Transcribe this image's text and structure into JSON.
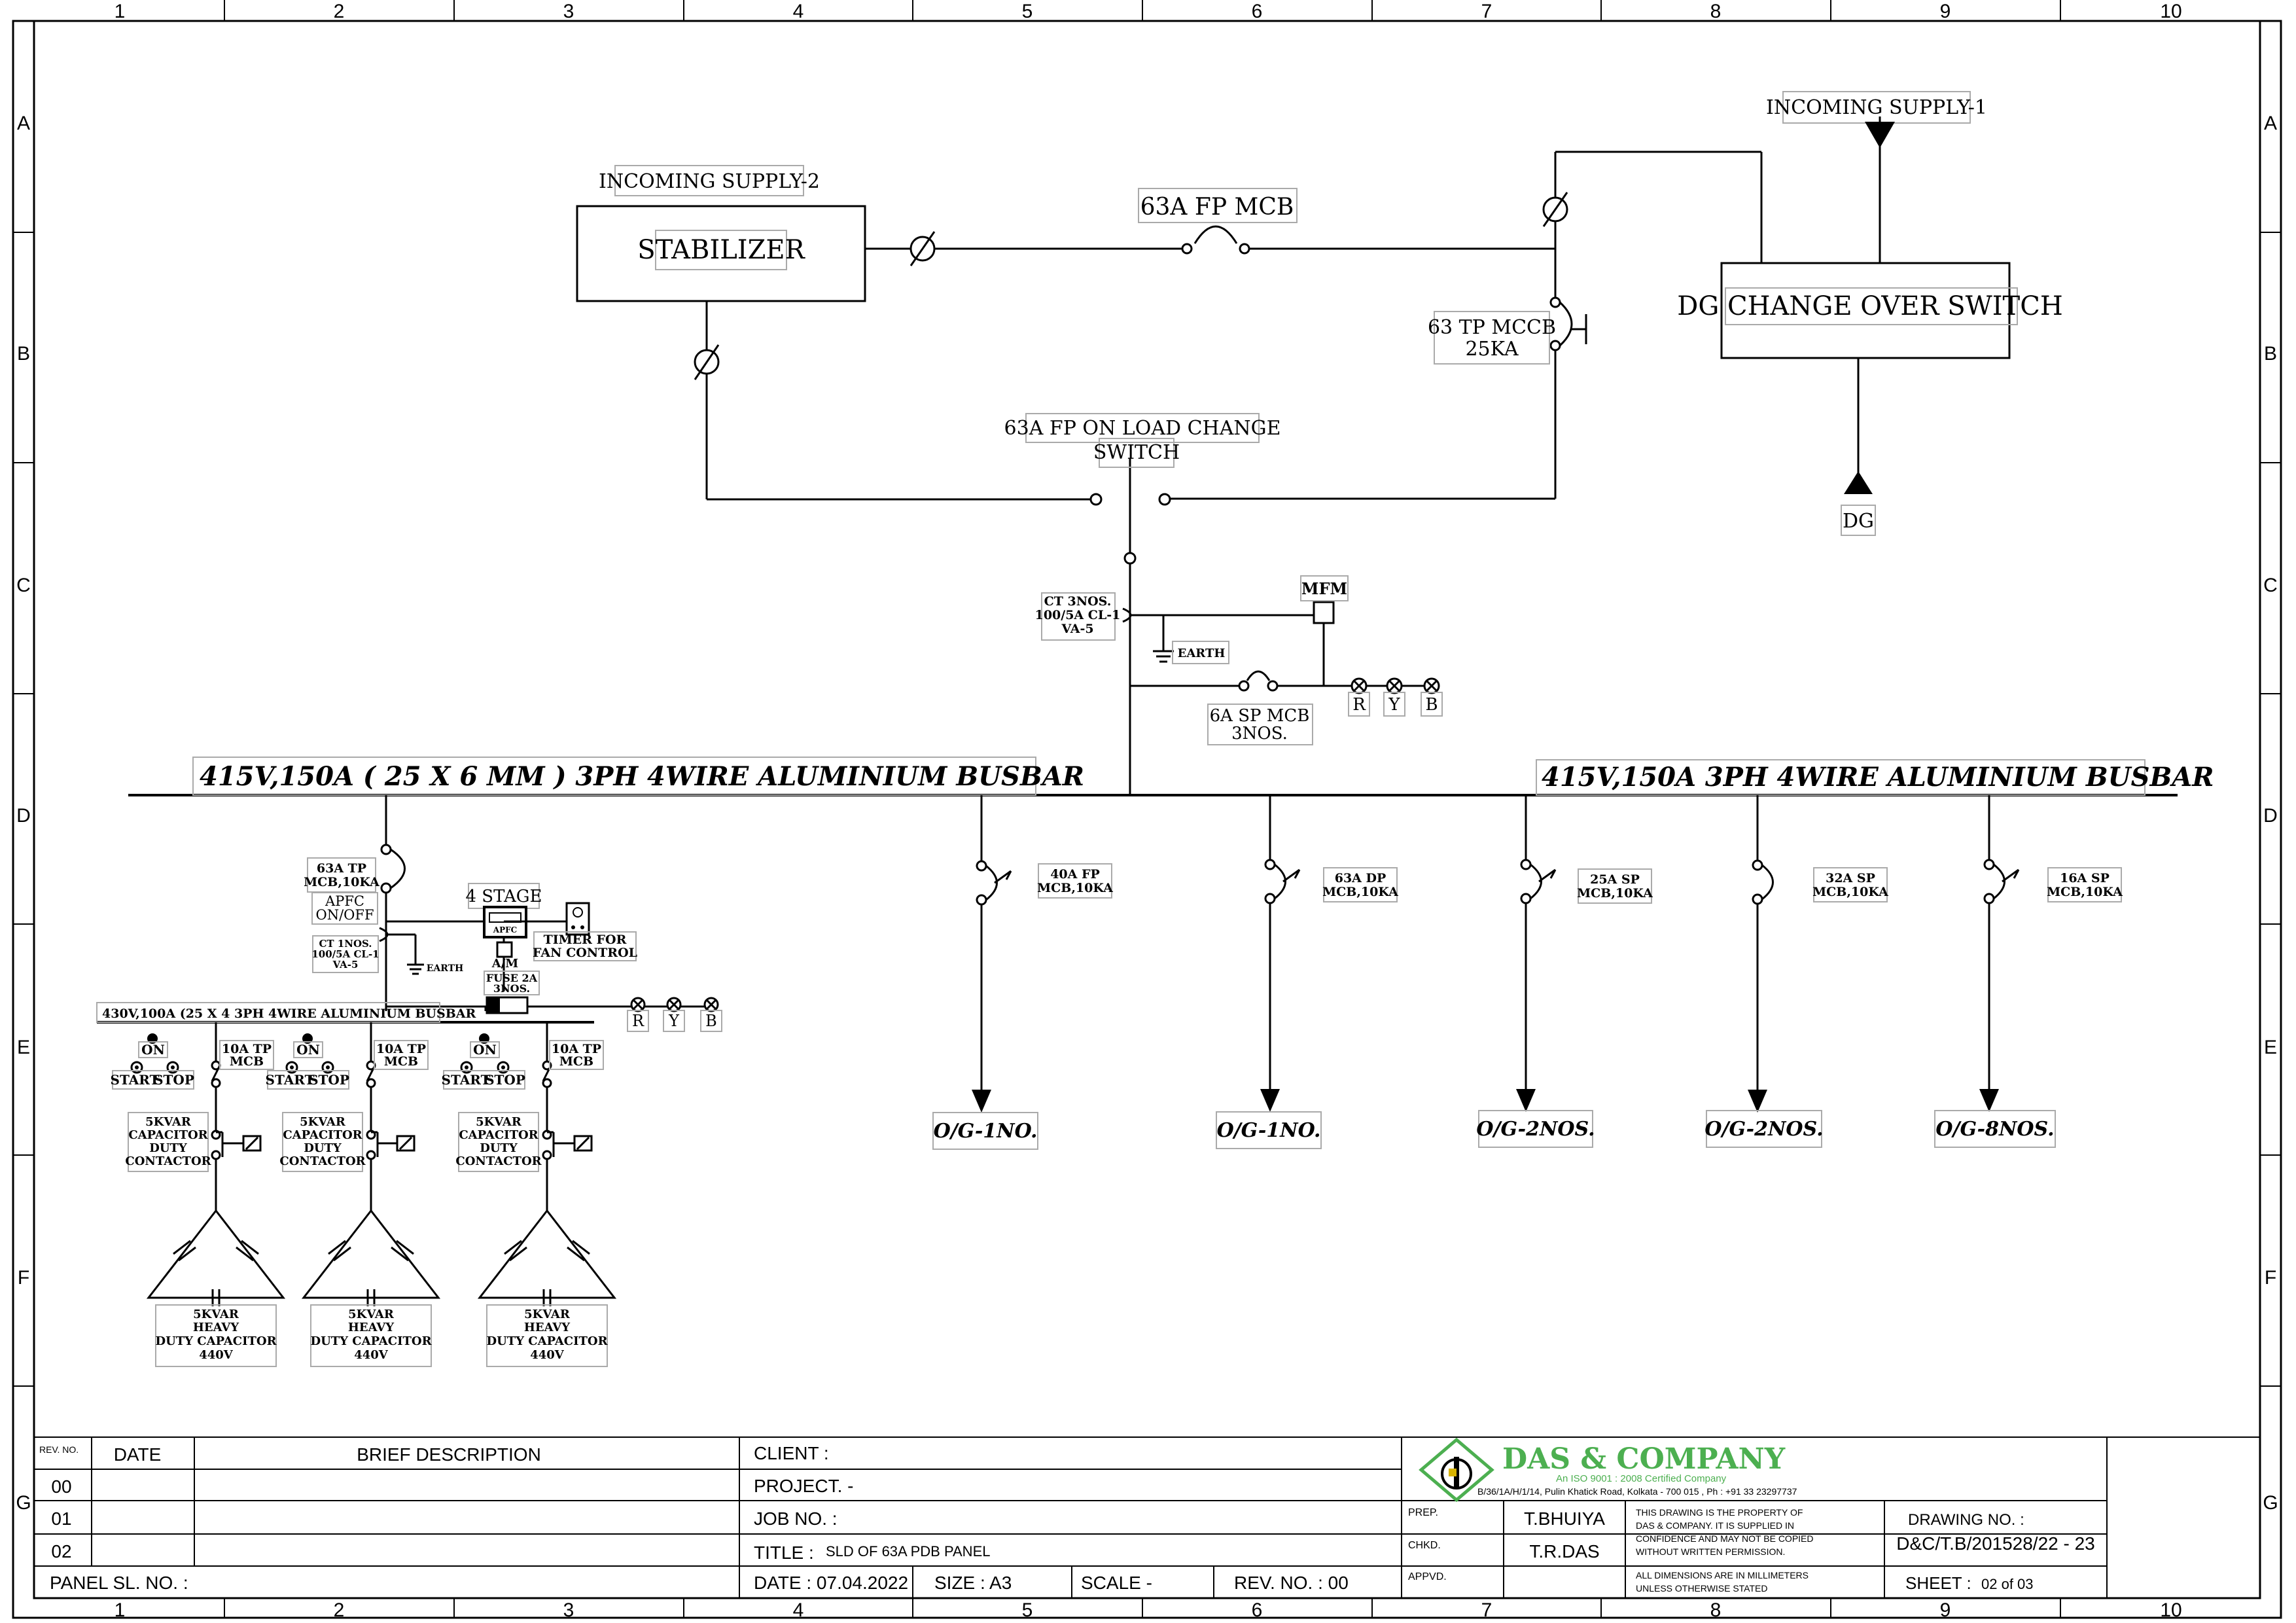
{
  "frame": {
    "columns": [
      "1",
      "2",
      "3",
      "4",
      "5",
      "6",
      "7",
      "8",
      "9",
      "10"
    ],
    "rows": [
      "A",
      "B",
      "C",
      "D",
      "E",
      "F",
      "G"
    ]
  },
  "supply": {
    "incoming_2": "INCOMING SUPPLY-2",
    "incoming_1": "INCOMING SUPPLY-1",
    "stabilizer": "STABILIZER",
    "fp_mcb": "63A FP MCB",
    "mccb_line1": "63 TP MCCB",
    "mccb_line2": "25KA",
    "dg_switch": "DG CHANGE OVER SWITCH",
    "dg": "DG",
    "onload_line1": "63A FP ON LOAD CHANGE",
    "onload_line2": "SWITCH"
  },
  "metering": {
    "ct_line1": "CT 3NOS.",
    "ct_line2": "100/5A CL-1",
    "ct_line3": "VA-5",
    "earth": "EARTH",
    "mfm": "MFM",
    "sp_mcb_line1": "6A SP MCB",
    "sp_mcb_line2": "3NOS.",
    "lamps": [
      "R",
      "Y",
      "B"
    ]
  },
  "busbar": {
    "left": "415V,150A ( 25 X 6 MM ) 3PH 4WIRE ALUMINIUM BUSBAR",
    "right": "415V,150A 3PH 4WIRE ALUMINIUM BUSBAR"
  },
  "outgoing": [
    {
      "mcb1": "40A FP",
      "mcb2": "MCB,10KA",
      "og": "O/G-1NO."
    },
    {
      "mcb1": "63A DP",
      "mcb2": "MCB,10KA",
      "og": "O/G-1NO."
    },
    {
      "mcb1": "25A SP",
      "mcb2": "MCB,10KA",
      "og": "O/G-2NOS."
    },
    {
      "mcb1": "32A SP",
      "mcb2": "MCB,10KA",
      "og": "O/G-2NOS."
    },
    {
      "mcb1": "16A SP",
      "mcb2": "MCB,10KA",
      "og": "O/G-8NOS."
    }
  ],
  "apfc": {
    "mcb1": "63A TP",
    "mcb2": "MCB,10KA",
    "onoff1": "APFC",
    "onoff2": "ON/OFF",
    "stage": "4 STAGE",
    "relay": "APFC",
    "timer1": "TIMER FOR",
    "timer2": "FAN CONTROL",
    "am": "A/M",
    "ct1": "CT 1NOS.",
    "ct2": "100/5A CL-1",
    "ct3": "VA-5",
    "earth": "EARTH",
    "fuse1": "FUSE 2A",
    "fuse2": "3NOS.",
    "busbar": "430V,100A (25 X 4 3PH 4WIRE ALUMINIUM BUSBAR",
    "lamps": [
      "R",
      "Y",
      "B"
    ],
    "on": "ON",
    "start": "START",
    "stop": "STOP",
    "tp1": "10A TP",
    "tp2": "MCB",
    "cont1": "5KVAR",
    "cont2": "CAPACITOR",
    "cont3": "DUTY",
    "cont4": "CONTACTOR",
    "cap1": "5KVAR",
    "cap2": "HEAVY",
    "cap3": "DUTY CAPACITOR",
    "cap4": "440V"
  },
  "title_block": {
    "rev_no": "REV. NO.",
    "date": "DATE",
    "brief": "BRIEF DESCRIPTION",
    "revs": [
      "00",
      "01",
      "02"
    ],
    "panel_sl": "PANEL SL. NO. :",
    "client": "CLIENT :",
    "project": "PROJECT. -",
    "job_no": "JOB NO. :",
    "title_label": "TITLE :",
    "title_value": "SLD OF 63A PDB PANEL",
    "date_value": "DATE : 07.04.2022",
    "size": "SIZE : A3",
    "scale": "SCALE -",
    "rev_value": "REV. NO. : 00",
    "company": "DAS & COMPANY",
    "iso": "An ISO 9001 : 2008 Certified Company",
    "address": "B/36/1A/H/1/14, Pulin Khatick Road, Kolkata - 700 015 , Ph : +91 33 23297737",
    "prep": "PREP.",
    "chkd": "CHKD.",
    "appvd": "APPVD.",
    "prep_name": "T.BHUIYA",
    "chkd_name": "T.R.DAS",
    "note1": "THIS DRAWING IS THE PROPERTY OF",
    "note2": "DAS & COMPANY. IT IS SUPPLIED IN",
    "note3": "CONFIDENCE AND MAY NOT BE COPIED",
    "note4": "WITHOUT WRITTEN PERMISSION.",
    "dim1": "ALL DIMENSIONS ARE IN MILLIMETERS",
    "dim2": "UNLESS OTHERWISE STATED",
    "drawing_no_label": "DRAWING NO. :",
    "drawing_no": "D&C/T.B/201528/22 - 23",
    "sheet_label": "SHEET :",
    "sheet": "02 of 03"
  }
}
